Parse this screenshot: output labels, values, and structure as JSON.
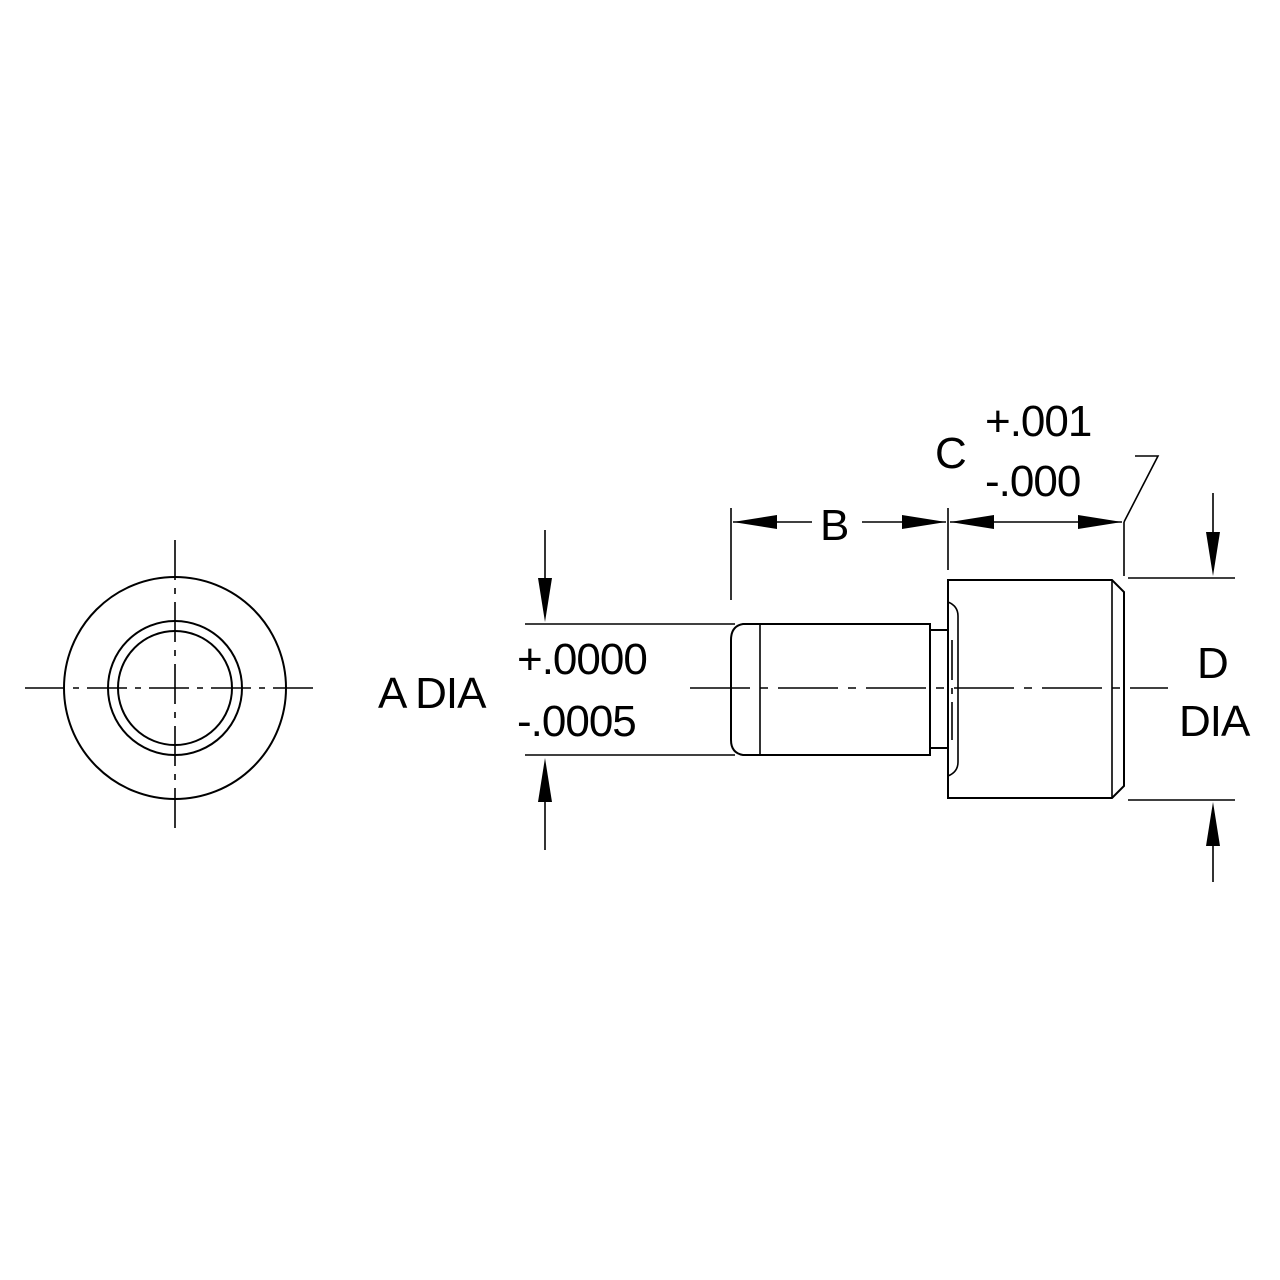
{
  "labels": {
    "a_dia": "A DIA",
    "a_tol_plus": "+.0000",
    "a_tol_minus": "-.0005",
    "b": "B",
    "c": "C",
    "c_tol_plus": "+.001",
    "c_tol_minus": "-.000",
    "d": "D",
    "d_dia": "DIA"
  }
}
